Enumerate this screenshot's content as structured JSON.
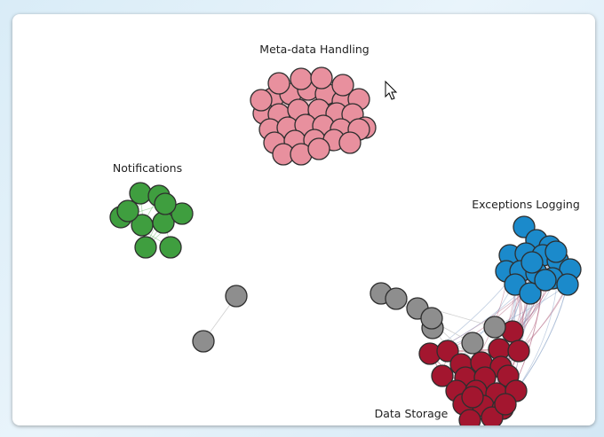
{
  "clusters": [
    {
      "name": "Meta-data Handling",
      "color": "#e8909e",
      "edge_color": "#e7a7b2"
    },
    {
      "name": "Notifications",
      "color": "#3f9e3f",
      "edge_color": "#7fc57f"
    },
    {
      "name": "Exceptions Logging",
      "color": "#1b8acb",
      "edge_color": "#8fb0d4"
    },
    {
      "name": "Data Storage",
      "color": "#a3162f",
      "edge_color": "#c77a88"
    }
  ],
  "isolated_color": "#8e8e8e"
}
